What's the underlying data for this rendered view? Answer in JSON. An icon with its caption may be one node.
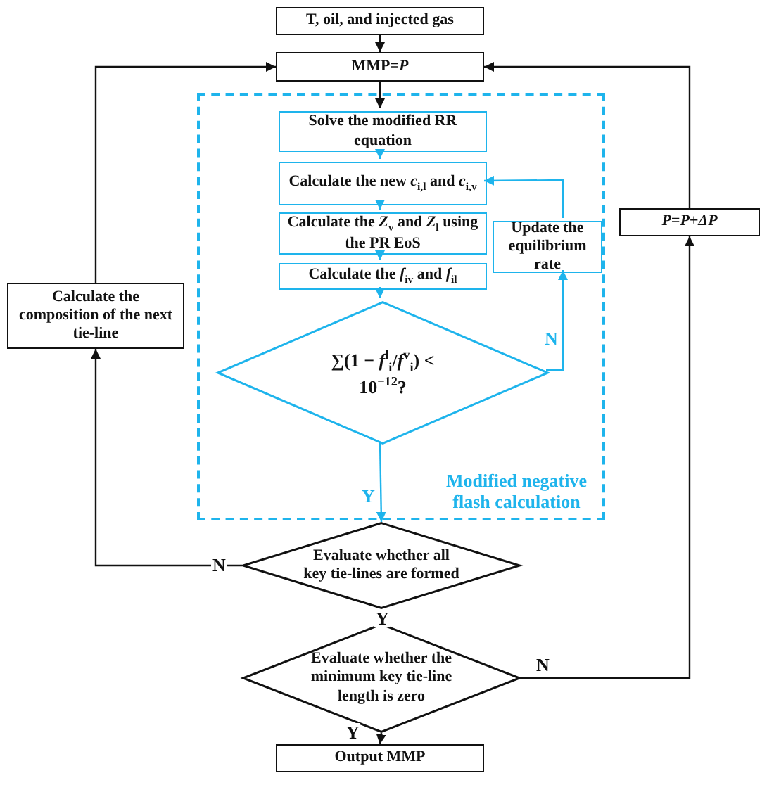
{
  "diagram": {
    "nodes": [
      {
        "text": [
          "T, oil, and injected gas"
        ]
      },
      {
        "text": [
          "MMP=*P*"
        ]
      },
      {
        "text": [
          "Modified negative flash calculation"
        ]
      },
      {
        "text": [
          "Solve the modified RR equation"
        ],
        "in": 2
      },
      {
        "text": [
          "Calculate the new *c*$_{i,l}$ and *c*$_{i,v}$"
        ],
        "in": 2
      },
      {
        "text": [
          "Calculate the *Z*$_{v}$ and *Z*$_{l}$ using the PR EoS"
        ],
        "in": 2
      },
      {
        "text": [
          "Calculate the *f*$_{iv}$ and *f*$_{il}$"
        ],
        "in": 2
      },
      {
        "text": [
          "∑(1 − *f*$^{l}$$_{i}$/*f*$^{v}$$_{i}$) < 10$^{−12}$?"
        ],
        "in": 2
      },
      {
        "text": [
          "Update the equilibrium rate"
        ],
        "in": 2
      },
      {
        "text": [
          "Evaluate whether all key tie-lines are formed"
        ]
      },
      {
        "text": [
          "Calculate the composition of the next tie-line"
        ]
      },
      {
        "text": [
          "Evaluate whether the minimum key tie-line length is zero"
        ]
      },
      {
        "text": [
          "P=P+ΔP"
        ]
      },
      {
        "text": [
          "Output MMP"
        ]
      }
    ],
    "edges": [
      {
        "from": 0,
        "to": 1,
        "arrow": "to"
      },
      {
        "from": 1,
        "to": 3,
        "arrow": "to"
      },
      {
        "from": 3,
        "to": 4,
        "arrow": "to",
        "color": "#1eb4ec"
      },
      {
        "from": 4,
        "to": 5,
        "arrow": "to",
        "color": "#1eb4ec"
      },
      {
        "from": 5,
        "to": 6,
        "arrow": "to",
        "color": "#1eb4ec"
      },
      {
        "from": 6,
        "to": 7,
        "arrow": "to",
        "color": "#1eb4ec"
      },
      {
        "from": 7,
        "to": 8,
        "arrow": "to",
        "label": "N",
        "color": "#1eb4ec"
      },
      {
        "from": 8,
        "to": 4,
        "arrow": "to",
        "color": "#1eb4ec"
      },
      {
        "from": 7,
        "to": 9,
        "arrow": "to",
        "label": "Y",
        "color": "#1eb4ec"
      },
      {
        "from": 9,
        "to": 10,
        "arrow": "to",
        "label": "N"
      },
      {
        "from": 10,
        "to": 1,
        "arrow": "to"
      },
      {
        "from": 9,
        "to": 11,
        "arrow": "to",
        "label": "Y"
      },
      {
        "from": 11,
        "to": 12,
        "arrow": "to",
        "label": "N"
      },
      {
        "from": 12,
        "to": 1,
        "arrow": "to"
      },
      {
        "from": 11,
        "to": 13,
        "arrow": "to",
        "label": "Y"
      }
    ]
  }
}
